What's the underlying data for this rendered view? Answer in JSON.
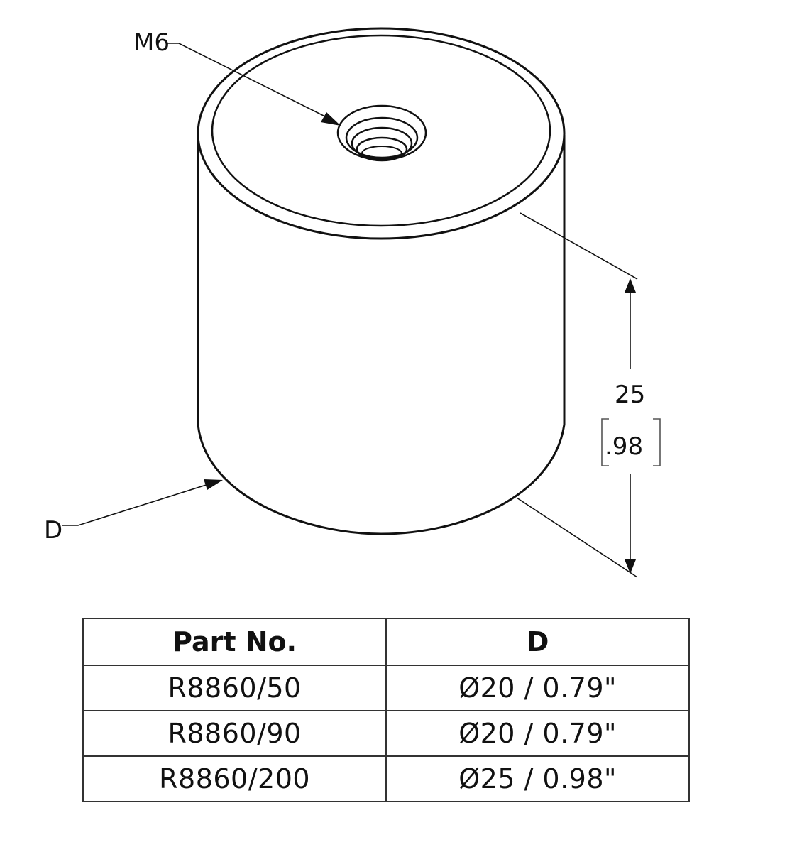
{
  "drawing": {
    "thread_callout": "M6",
    "diameter_callout": "D",
    "height_dimension": {
      "metric": "25",
      "imperial": ".98"
    }
  },
  "table": {
    "headers": [
      "Part No.",
      "D"
    ],
    "rows": [
      [
        "R8860/50",
        "Ø20 / 0.79\""
      ],
      [
        "R8860/90",
        "Ø20 / 0.79\""
      ],
      [
        "R8860/200",
        "Ø25 / 0.98\""
      ]
    ]
  }
}
